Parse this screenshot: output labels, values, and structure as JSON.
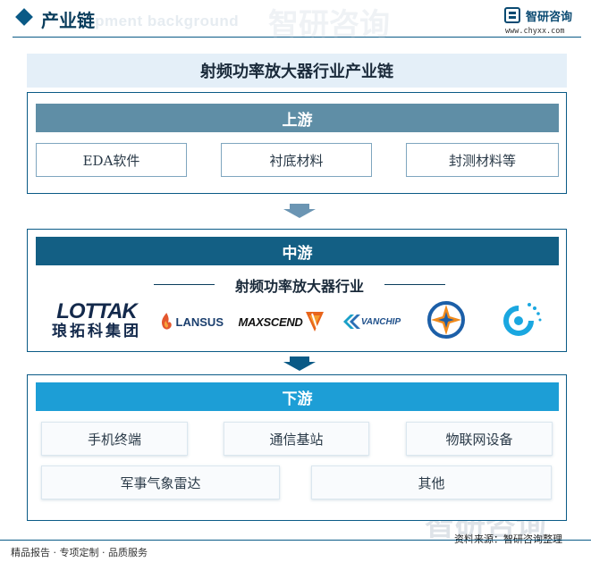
{
  "header": {
    "title": "产业链",
    "watermark": "lopment background",
    "brand_name": "智研咨询",
    "brand_url": "www.chyxx.com"
  },
  "main_title": "射频功率放大器行业产业链",
  "upstream": {
    "title": "上游",
    "items": [
      "EDA软件",
      "衬底材料",
      "封测材料等"
    ]
  },
  "midstream": {
    "title": "中游",
    "industry": "射频功率放大器行业",
    "logos": [
      {
        "name": "LOTTAK",
        "sub": "琅拓科集团"
      },
      {
        "name": "LANSUS"
      },
      {
        "name": "MAXSCEND"
      },
      {
        "name": "VANCHIP"
      },
      {
        "name": "logo-5"
      },
      {
        "name": "logo-6"
      }
    ]
  },
  "downstream": {
    "title": "下游",
    "items": [
      "手机终端",
      "通信基站",
      "物联网设备",
      "军事气象雷达",
      "其他"
    ]
  },
  "footer": {
    "left": "精品报告 · 专项定制 · 品质服务",
    "right": "资料来源：智研咨询整理",
    "watermark": "智研咨询"
  },
  "colors": {
    "upstream_header": "#5f8ea6",
    "midstream_header": "#135f84",
    "downstream_header": "#1d9ed6",
    "accent": "#0a5a86"
  }
}
